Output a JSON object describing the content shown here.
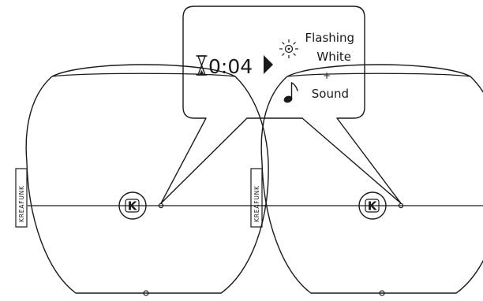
{
  "devices": [
    {
      "brand": "KREAFUNK",
      "logo": "K"
    },
    {
      "brand": "KREAFUNK",
      "logo": "K"
    }
  ],
  "callout": {
    "timer": "0:04",
    "light_effect": [
      "Flashing",
      "White"
    ],
    "plus": "+",
    "sound": "Sound"
  },
  "icons": {
    "timer": "hourglass-icon",
    "arrow": "play-arrow-icon",
    "light": "flash-light-icon",
    "sound": "music-note-icon"
  }
}
